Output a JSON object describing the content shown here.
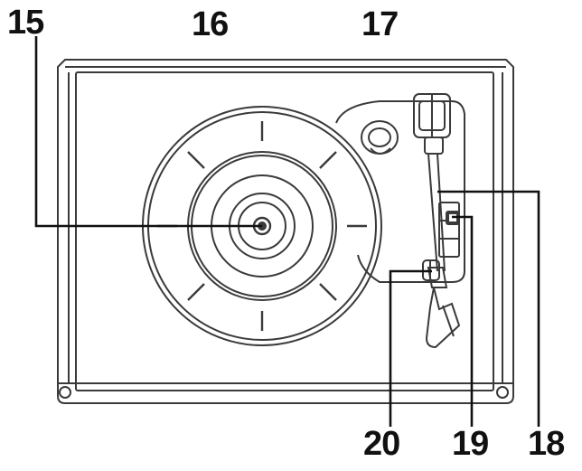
{
  "diagram": {
    "callouts": {
      "c15": "15",
      "c16": "16",
      "c17": "17",
      "c18": "18",
      "c19": "19",
      "c20": "20"
    },
    "colors": {
      "line": "#3a3a3a",
      "light_line": "#6a6a6a",
      "fill": "#ffffff",
      "text": "#111111"
    }
  }
}
